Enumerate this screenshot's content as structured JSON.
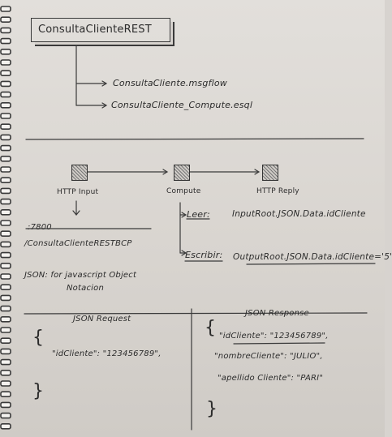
{
  "title_box": {
    "label": "ConsultaClienteREST"
  },
  "files": [
    {
      "label": "ConsultaCliente.msgflow"
    },
    {
      "label": "ConsultaCliente_Compute.esql"
    }
  ],
  "flow_nodes": [
    {
      "label": "HTTP Input"
    },
    {
      "label": "Compute"
    },
    {
      "label": "HTTP Reply"
    }
  ],
  "port": ":7800",
  "path": "/ConsultaClienteRESTBCP",
  "json_def": {
    "line1": "JSON: for javascript Object",
    "line2": "Notacion"
  },
  "compute": {
    "leer_label": "Leer:",
    "leer_value": "InputRoot.JSON.Data.idCliente",
    "escribir_label": "Escribir:",
    "escribir_value": "OutputRoot.JSON.Data.idCliente='5'"
  },
  "json_request": {
    "header": "JSON Request",
    "open_brace": "{",
    "line1": "\"idCliente\": \"123456789\",",
    "close_brace": "}"
  },
  "json_response": {
    "header": "JSON Response",
    "open_brace": "{",
    "line1": "\"idCliente\": \"123456789\",",
    "line2": "\"nombreCliente\": \"JULIO\",",
    "line3": "\"apellido Cliente\": \"PARI\"",
    "close_brace": "}"
  }
}
